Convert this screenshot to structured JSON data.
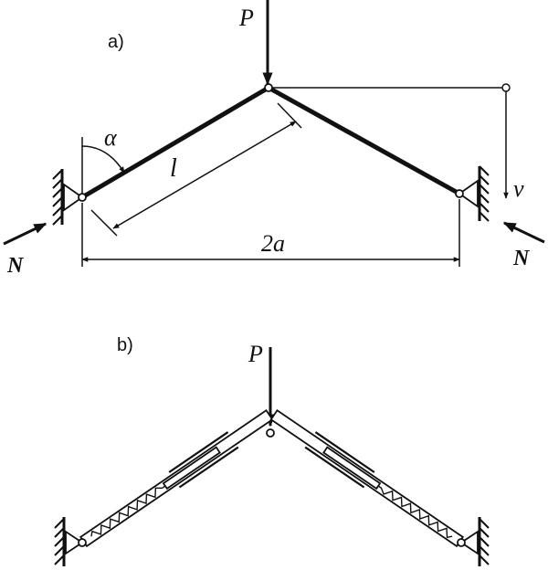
{
  "part_a": {
    "label": "a)",
    "load": "P",
    "angle": "α",
    "length": "l",
    "span": "2a",
    "deflection": "v",
    "force_left": "N",
    "force_right": "N"
  },
  "part_b": {
    "label": "b)",
    "load": "P"
  },
  "colors": {
    "ink": "#111111",
    "paper": "#ffffff"
  }
}
